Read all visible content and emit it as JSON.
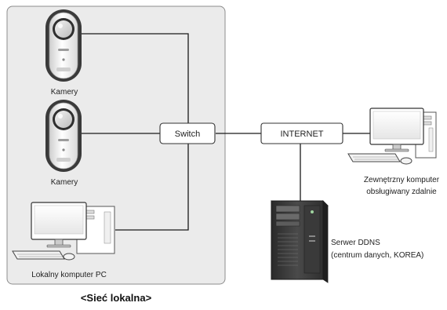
{
  "diagram": {
    "camera_top_label": "Kamery",
    "camera_bottom_label": "Kamery",
    "local_pc_label": "Lokalny komputer PC",
    "switch_label": "Switch",
    "internet_label": "INTERNET",
    "remote_pc_label_line1": "Zewnętrzny komputer",
    "remote_pc_label_line2": "obsługiwany zdalnie",
    "ddns_label_line1": "Serwer DDNS",
    "ddns_label_line2": "(centrum danych, KOREA)",
    "lan_caption": "<Sieć lokalna>"
  },
  "colors": {
    "lan_background": "#ebebeb",
    "lan_border": "#8c8c8c",
    "line": "#1a1a1a",
    "box_border": "#333333"
  }
}
